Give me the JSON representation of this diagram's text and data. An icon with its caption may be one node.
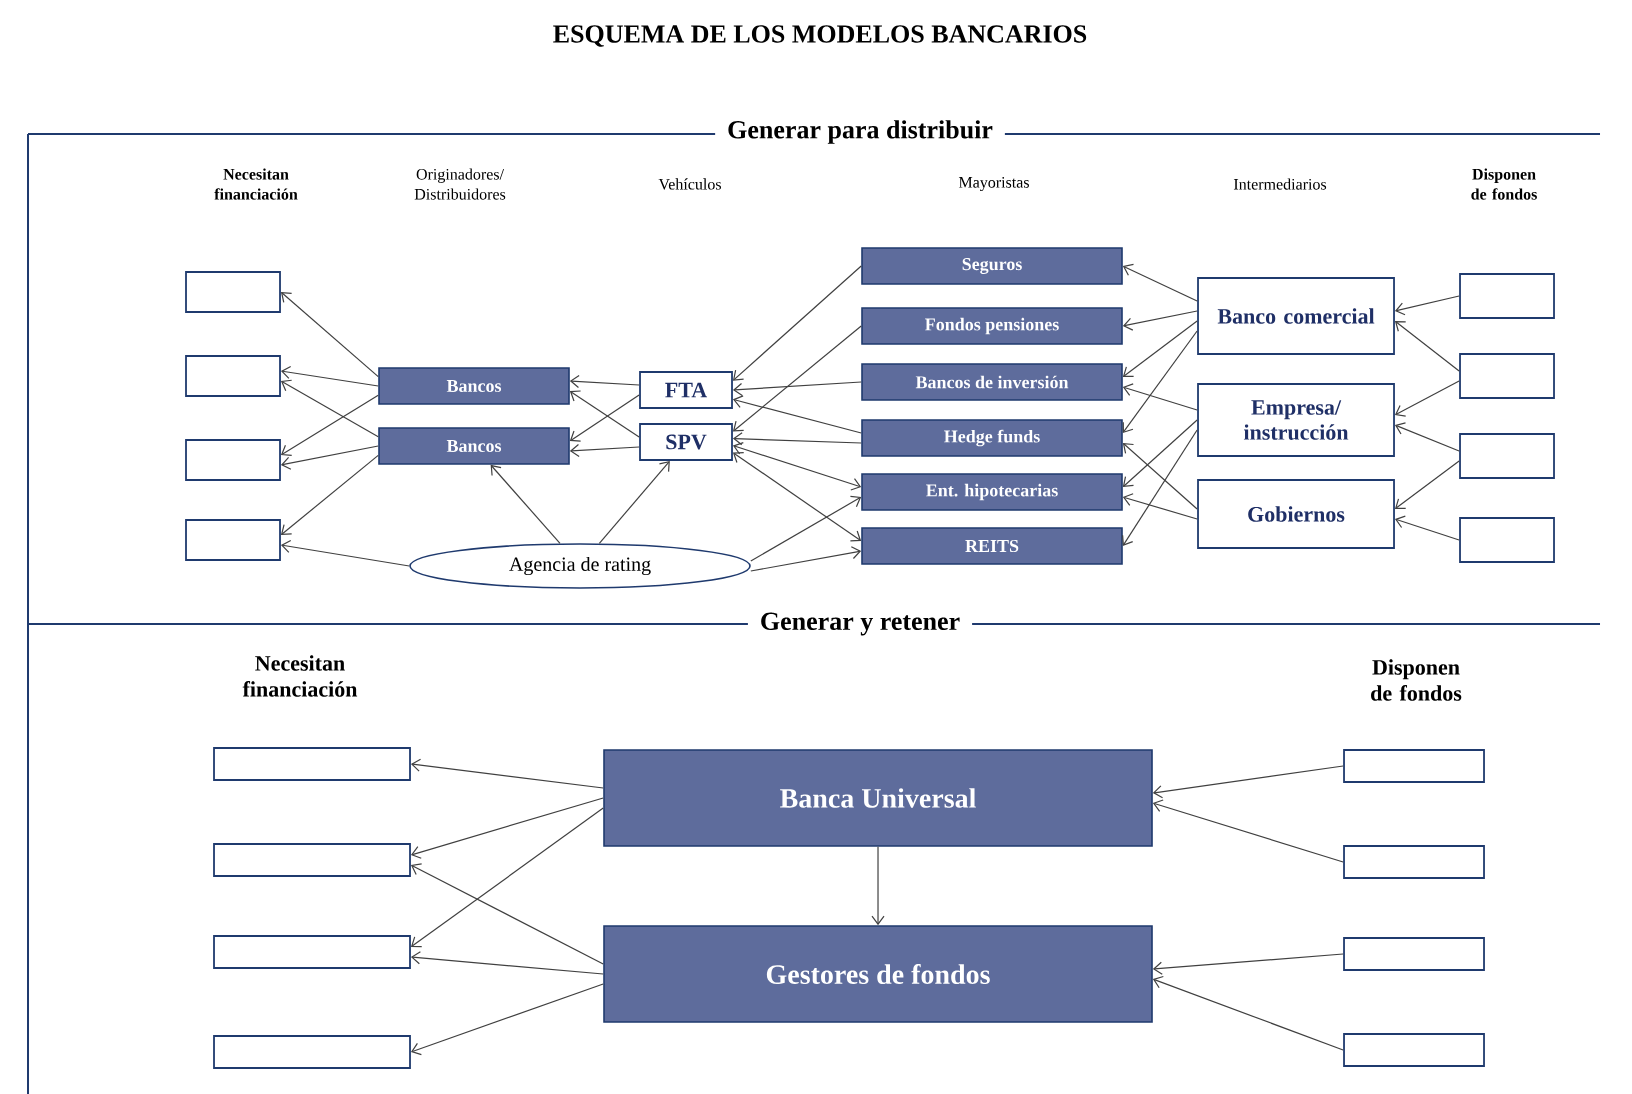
{
  "diagram": {
    "title": "ESQUEMA DE LOS MODELOS BANCARIOS",
    "nodes": [
      {
        "text": [],
        "shape": "box"
      },
      {
        "text": [],
        "shape": "box"
      },
      {
        "text": [],
        "shape": "box"
      },
      {
        "text": [],
        "shape": "box"
      },
      {
        "text": [
          "Bancos"
        ]
      },
      {
        "text": [
          "Bancos"
        ]
      },
      {
        "text": [
          "FTA"
        ]
      },
      {
        "text": [
          "SPV"
        ]
      },
      {
        "text": [
          "Agencia de rating"
        ]
      },
      {
        "text": [
          "Seguros"
        ]
      },
      {
        "text": [
          "Fondos pensiones"
        ]
      },
      {
        "text": [
          "Bancos de inversión"
        ]
      },
      {
        "text": [
          "Hedge funds"
        ]
      },
      {
        "text": [
          "Ent. hipotecarias"
        ]
      },
      {
        "text": [
          "REITS"
        ]
      },
      {
        "text": [
          "Banco comercial"
        ]
      },
      {
        "text": [
          "Empresa/ instrucción"
        ]
      },
      {
        "text": [
          "Gobiernos"
        ]
      },
      {
        "text": [],
        "shape": "box"
      },
      {
        "text": [],
        "shape": "box"
      },
      {
        "text": [],
        "shape": "box"
      },
      {
        "text": [],
        "shape": "box"
      },
      {
        "text": [],
        "shape": "box"
      },
      {
        "text": [],
        "shape": "box"
      },
      {
        "text": [],
        "shape": "box"
      },
      {
        "text": [],
        "shape": "box"
      },
      {
        "text": [
          "Banca Universal"
        ]
      },
      {
        "text": [
          "Gestores de fondos"
        ]
      },
      {
        "text": [],
        "shape": "box"
      },
      {
        "text": [],
        "shape": "box"
      },
      {
        "text": [],
        "shape": "box"
      },
      {
        "text": [],
        "shape": "box"
      }
    ],
    "edges": [
      {
        "from": 4,
        "to": 0,
        "arrow": "to"
      },
      {
        "from": 4,
        "to": 1,
        "arrow": "to"
      },
      {
        "from": 4,
        "to": 2,
        "arrow": "to"
      },
      {
        "from": 5,
        "to": 1,
        "arrow": "to"
      },
      {
        "from": 5,
        "to": 2,
        "arrow": "to"
      },
      {
        "from": 5,
        "to": 3,
        "arrow": "to"
      },
      {
        "from": 8,
        "to": 3,
        "arrow": "to"
      },
      {
        "from": 6,
        "to": 4,
        "arrow": "to"
      },
      {
        "from": 7,
        "to": 4,
        "arrow": "to"
      },
      {
        "from": 6,
        "to": 5,
        "arrow": "to"
      },
      {
        "from": 7,
        "to": 5,
        "arrow": "to"
      },
      {
        "from": 8,
        "to": 5,
        "arrow": "to"
      },
      {
        "from": 8,
        "to": 7,
        "arrow": "to"
      },
      {
        "from": 8,
        "to": 13,
        "arrow": "to"
      },
      {
        "from": 8,
        "to": 14,
        "arrow": "to"
      },
      {
        "from": 9,
        "to": 6,
        "arrow": "to"
      },
      {
        "from": 10,
        "to": 7,
        "arrow": "to"
      },
      {
        "from": 11,
        "to": 6,
        "arrow": "to"
      },
      {
        "from": 12,
        "to": 6,
        "arrow": "to"
      },
      {
        "from": 12,
        "to": 7,
        "arrow": "to"
      },
      {
        "from": 7,
        "to": 13,
        "arrow": "both"
      },
      {
        "from": 7,
        "to": 14,
        "arrow": "both"
      },
      {
        "from": 15,
        "to": 9,
        "arrow": "to"
      },
      {
        "from": 15,
        "to": 10,
        "arrow": "to"
      },
      {
        "from": 15,
        "to": 11,
        "arrow": "to"
      },
      {
        "from": 15,
        "to": 12,
        "arrow": "to"
      },
      {
        "from": 16,
        "to": 11,
        "arrow": "to"
      },
      {
        "from": 16,
        "to": 13,
        "arrow": "to"
      },
      {
        "from": 16,
        "to": 14,
        "arrow": "to"
      },
      {
        "from": 17,
        "to": 12,
        "arrow": "to"
      },
      {
        "from": 17,
        "to": 13,
        "arrow": "to"
      },
      {
        "from": 18,
        "to": 15,
        "arrow": "to"
      },
      {
        "from": 19,
        "to": 15,
        "arrow": "to"
      },
      {
        "from": 19,
        "to": 16,
        "arrow": "to"
      },
      {
        "from": 20,
        "to": 16,
        "arrow": "to"
      },
      {
        "from": 20,
        "to": 17,
        "arrow": "to"
      },
      {
        "from": 21,
        "to": 17,
        "arrow": "to"
      },
      {
        "from": 26,
        "to": 22,
        "arrow": "to"
      },
      {
        "from": 26,
        "to": 23,
        "arrow": "to"
      },
      {
        "from": 26,
        "to": 24,
        "arrow": "to"
      },
      {
        "from": 27,
        "to": 23,
        "arrow": "to"
      },
      {
        "from": 27,
        "to": 24,
        "arrow": "to"
      },
      {
        "from": 27,
        "to": 25,
        "arrow": "to"
      },
      {
        "from": 26,
        "to": 27,
        "arrow": "to"
      },
      {
        "from": 28,
        "to": 26,
        "arrow": "to"
      },
      {
        "from": 29,
        "to": 26,
        "arrow": "to"
      },
      {
        "from": 30,
        "to": 27,
        "arrow": "to"
      },
      {
        "from": 31,
        "to": 27,
        "arrow": "to"
      }
    ],
    "labels": [
      "Generar para distribuir",
      "Necesitan financiación",
      "Originadores/ Distribuidores",
      "Vehículos",
      "Mayoristas",
      "Intermediarios",
      "Disponen de fondos",
      "Generar y retener",
      "Necesitan financiación",
      "Disponen de fondos"
    ]
  }
}
